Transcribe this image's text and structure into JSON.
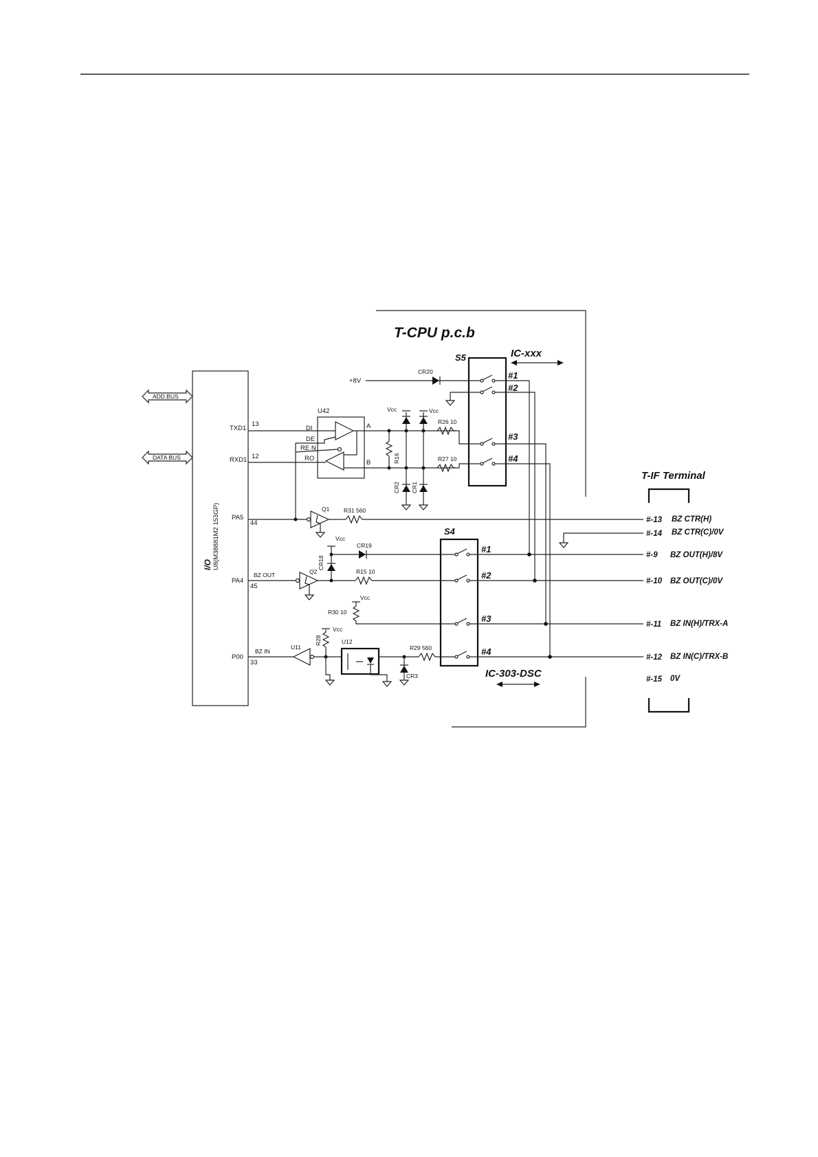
{
  "labels": {
    "tcpu": "T-CPU p.c.b",
    "tif": "T-IF Terminal",
    "icxxx": "IC-xxx",
    "ic303": "IC-303-DSC",
    "s5": "S5",
    "s4": "S4",
    "io": "I/O",
    "u8": "U8(M38881M2 153GP)",
    "addbus": "ADD.BUS",
    "databus": "DATA BUS",
    "txd1": "TXD1",
    "rxd1": "RXD1",
    "pa5": "PA5",
    "pa4": "PA4",
    "p00": "P00",
    "pin13": "13",
    "pin12": "12",
    "pin44": "44",
    "pin45": "45",
    "pin33": "33",
    "u42": "U42",
    "di": "DI",
    "de": "DE",
    "ren": "RE N",
    "ro": "RO",
    "a": "A",
    "b": "B",
    "vcc": "Vcc",
    "plus8v": "+8V",
    "cr20": "CR20",
    "r26": "R26 10",
    "r27": "R27 10",
    "r16": "R16",
    "cr2": "CR2",
    "cr1": "CR1",
    "q1": "Q1",
    "r31": "R31 560",
    "cr18": "CR18",
    "cr19": "CR19",
    "q2": "Q2",
    "bzout": "BZ OUT",
    "r15": "R15 10",
    "r30": "R30 10",
    "r28": "R28",
    "u11": "U11",
    "u12": "U12",
    "bzin": "BZ IN",
    "r29": "R29 560",
    "cr3": "CR3",
    "s5_1": "#1",
    "s5_2": "#2",
    "s5_3": "#3",
    "s5_4": "#4",
    "s4_1": "#1",
    "s4_2": "#2",
    "s4_3": "#3",
    "s4_4": "#4"
  },
  "terminals": [
    {
      "pin": "#-13",
      "name": "BZ CTR(H)"
    },
    {
      "pin": "#-14",
      "name": "BZ CTR(C)/0V"
    },
    {
      "pin": "#-9",
      "name": "BZ OUT(H)/8V"
    },
    {
      "pin": "#-10",
      "name": "BZ OUT(C)/0V"
    },
    {
      "pin": "#-11",
      "name": "BZ IN(H)/TRX-A"
    },
    {
      "pin": "#-12",
      "name": "BZ IN(C)/TRX-B"
    },
    {
      "pin": "#-15",
      "name": "0V"
    }
  ]
}
